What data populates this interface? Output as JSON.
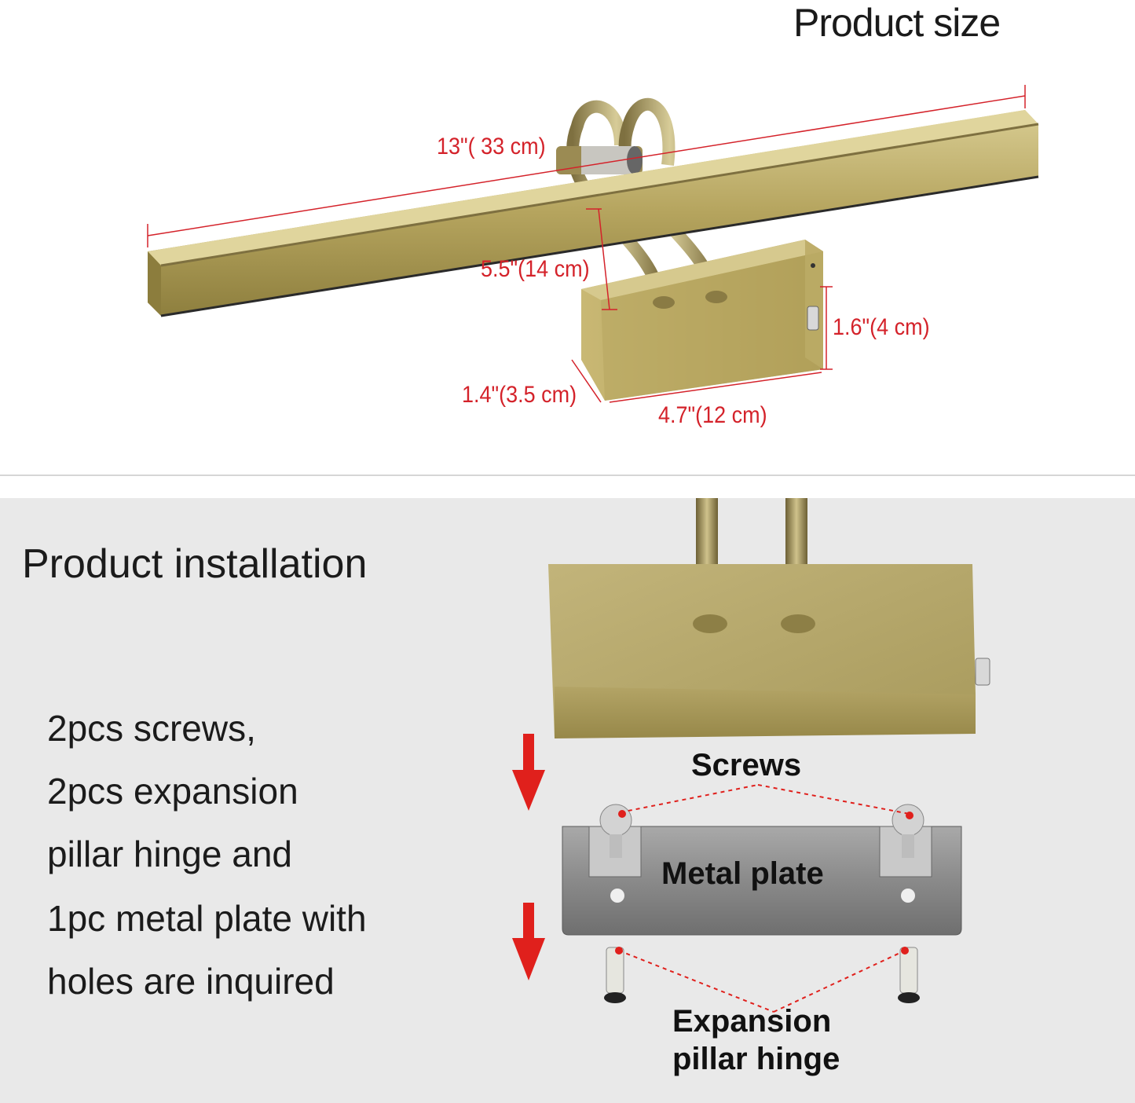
{
  "top_section": {
    "title": "Product size",
    "dims": {
      "length": "13\"(  33 cm)",
      "height": "5.5\"(14 cm)",
      "base_height": "1.6\"(4 cm)",
      "base_depth": "1.4\"(3.5 cm)",
      "base_width": "4.7\"(12 cm)"
    }
  },
  "bottom_section": {
    "title": "Product installation",
    "description": [
      "2pcs screws,",
      "2pcs expansion",
      "pillar hinge and",
      "1pc metal plate with",
      "holes are inquired"
    ],
    "labels": {
      "screws": "Screws",
      "metal_plate": "Metal plate",
      "expansion_line1": "Expansion",
      "expansion_line2": "pillar hinge"
    }
  },
  "colors": {
    "brass": "#b9a866",
    "dimension_red": "#d4222a",
    "steel": "#8e8e8e"
  }
}
